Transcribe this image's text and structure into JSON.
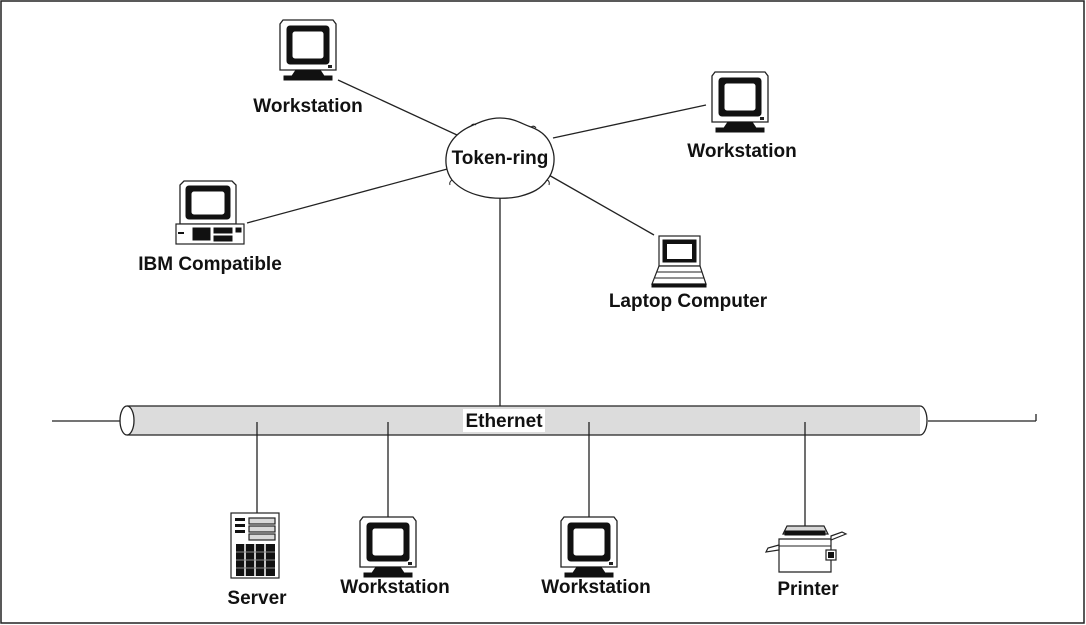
{
  "diagram": {
    "hub_label": "Token-ring",
    "bus_label": "Ethernet",
    "ring_nodes": [
      {
        "label": "Workstation",
        "icon": "monitor-icon"
      },
      {
        "label": "Workstation",
        "icon": "monitor-icon"
      },
      {
        "label": "IBM Compatible",
        "icon": "desktop-pc-icon"
      },
      {
        "label": "Laptop Computer",
        "icon": "laptop-icon"
      }
    ],
    "bus_nodes": [
      {
        "label": "Server",
        "icon": "server-icon"
      },
      {
        "label": "Workstation",
        "icon": "monitor-icon"
      },
      {
        "label": "Workstation",
        "icon": "monitor-icon"
      },
      {
        "label": "Printer",
        "icon": "printer-icon"
      }
    ]
  }
}
